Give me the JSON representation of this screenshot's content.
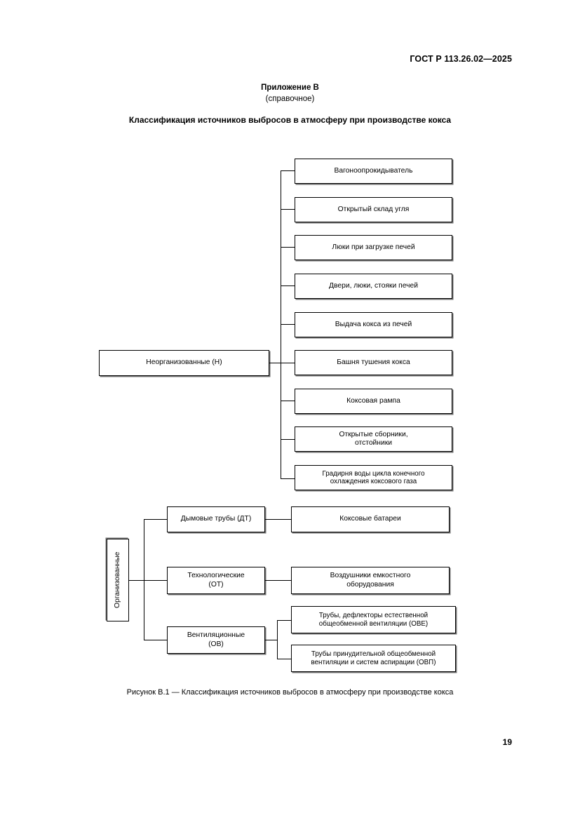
{
  "header": {
    "standard_code": "ГОСТ Р 113.26.02—2025"
  },
  "appendix": {
    "label": "Приложение В",
    "kind": "(справочное)",
    "title": "Классификация источников выбросов в атмосферу при производстве кокса"
  },
  "diagram": {
    "unorganized": {
      "label": "Неорганизованные (Н)",
      "children": [
        "Вагоноопрокидыватель",
        "Открытый склад угля",
        "Люки при загрузке печей",
        "Двери, люки, стояки печей",
        "Выдача кокса из печей",
        "Башня тушения кокса",
        "Коксовая рампа",
        "Открытые сборники,\nотстойники",
        "Градирня воды цикла конечного\nохлаждения коксового газа"
      ]
    },
    "organized": {
      "label": "Организованные",
      "branches": [
        {
          "label": "Дымовые трубы (ДТ)",
          "children": [
            "Коксовые батареи"
          ]
        },
        {
          "label": "Технологические\n(ОТ)",
          "children": [
            "Воздушники емкостного\nоборудования"
          ]
        },
        {
          "label": "Вентиляционные\n(ОВ)",
          "children": [
            "Трубы, дефлекторы естественной\nобщеобменной вентиляции (ОВЕ)",
            "Трубы принудительной общеобменной\nвентиляции и систем аспирации (ОВП)"
          ]
        }
      ]
    }
  },
  "figure": {
    "caption": "Рисунок В.1 — Классификация источников выбросов в атмосферу при производстве кокса"
  },
  "footer": {
    "page_number": "19"
  }
}
